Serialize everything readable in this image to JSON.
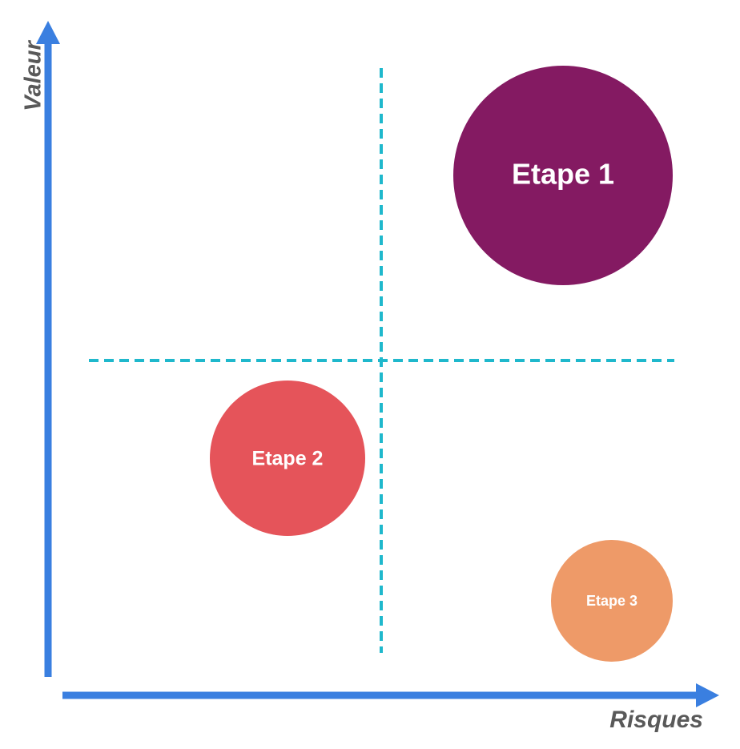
{
  "axes": {
    "x_label": "Risques",
    "y_label": "Valeur",
    "axis_color": "#3A7FE0",
    "label_color": "#595959"
  },
  "quadrant_lines": {
    "color": "#1FB8CC",
    "style": "dashed"
  },
  "bubbles": [
    {
      "label": "Etape 1",
      "color": "#841A62"
    },
    {
      "label": "Etape 2",
      "color": "#E5545A"
    },
    {
      "label": "Etape 3",
      "color": "#EE9A68"
    }
  ]
}
